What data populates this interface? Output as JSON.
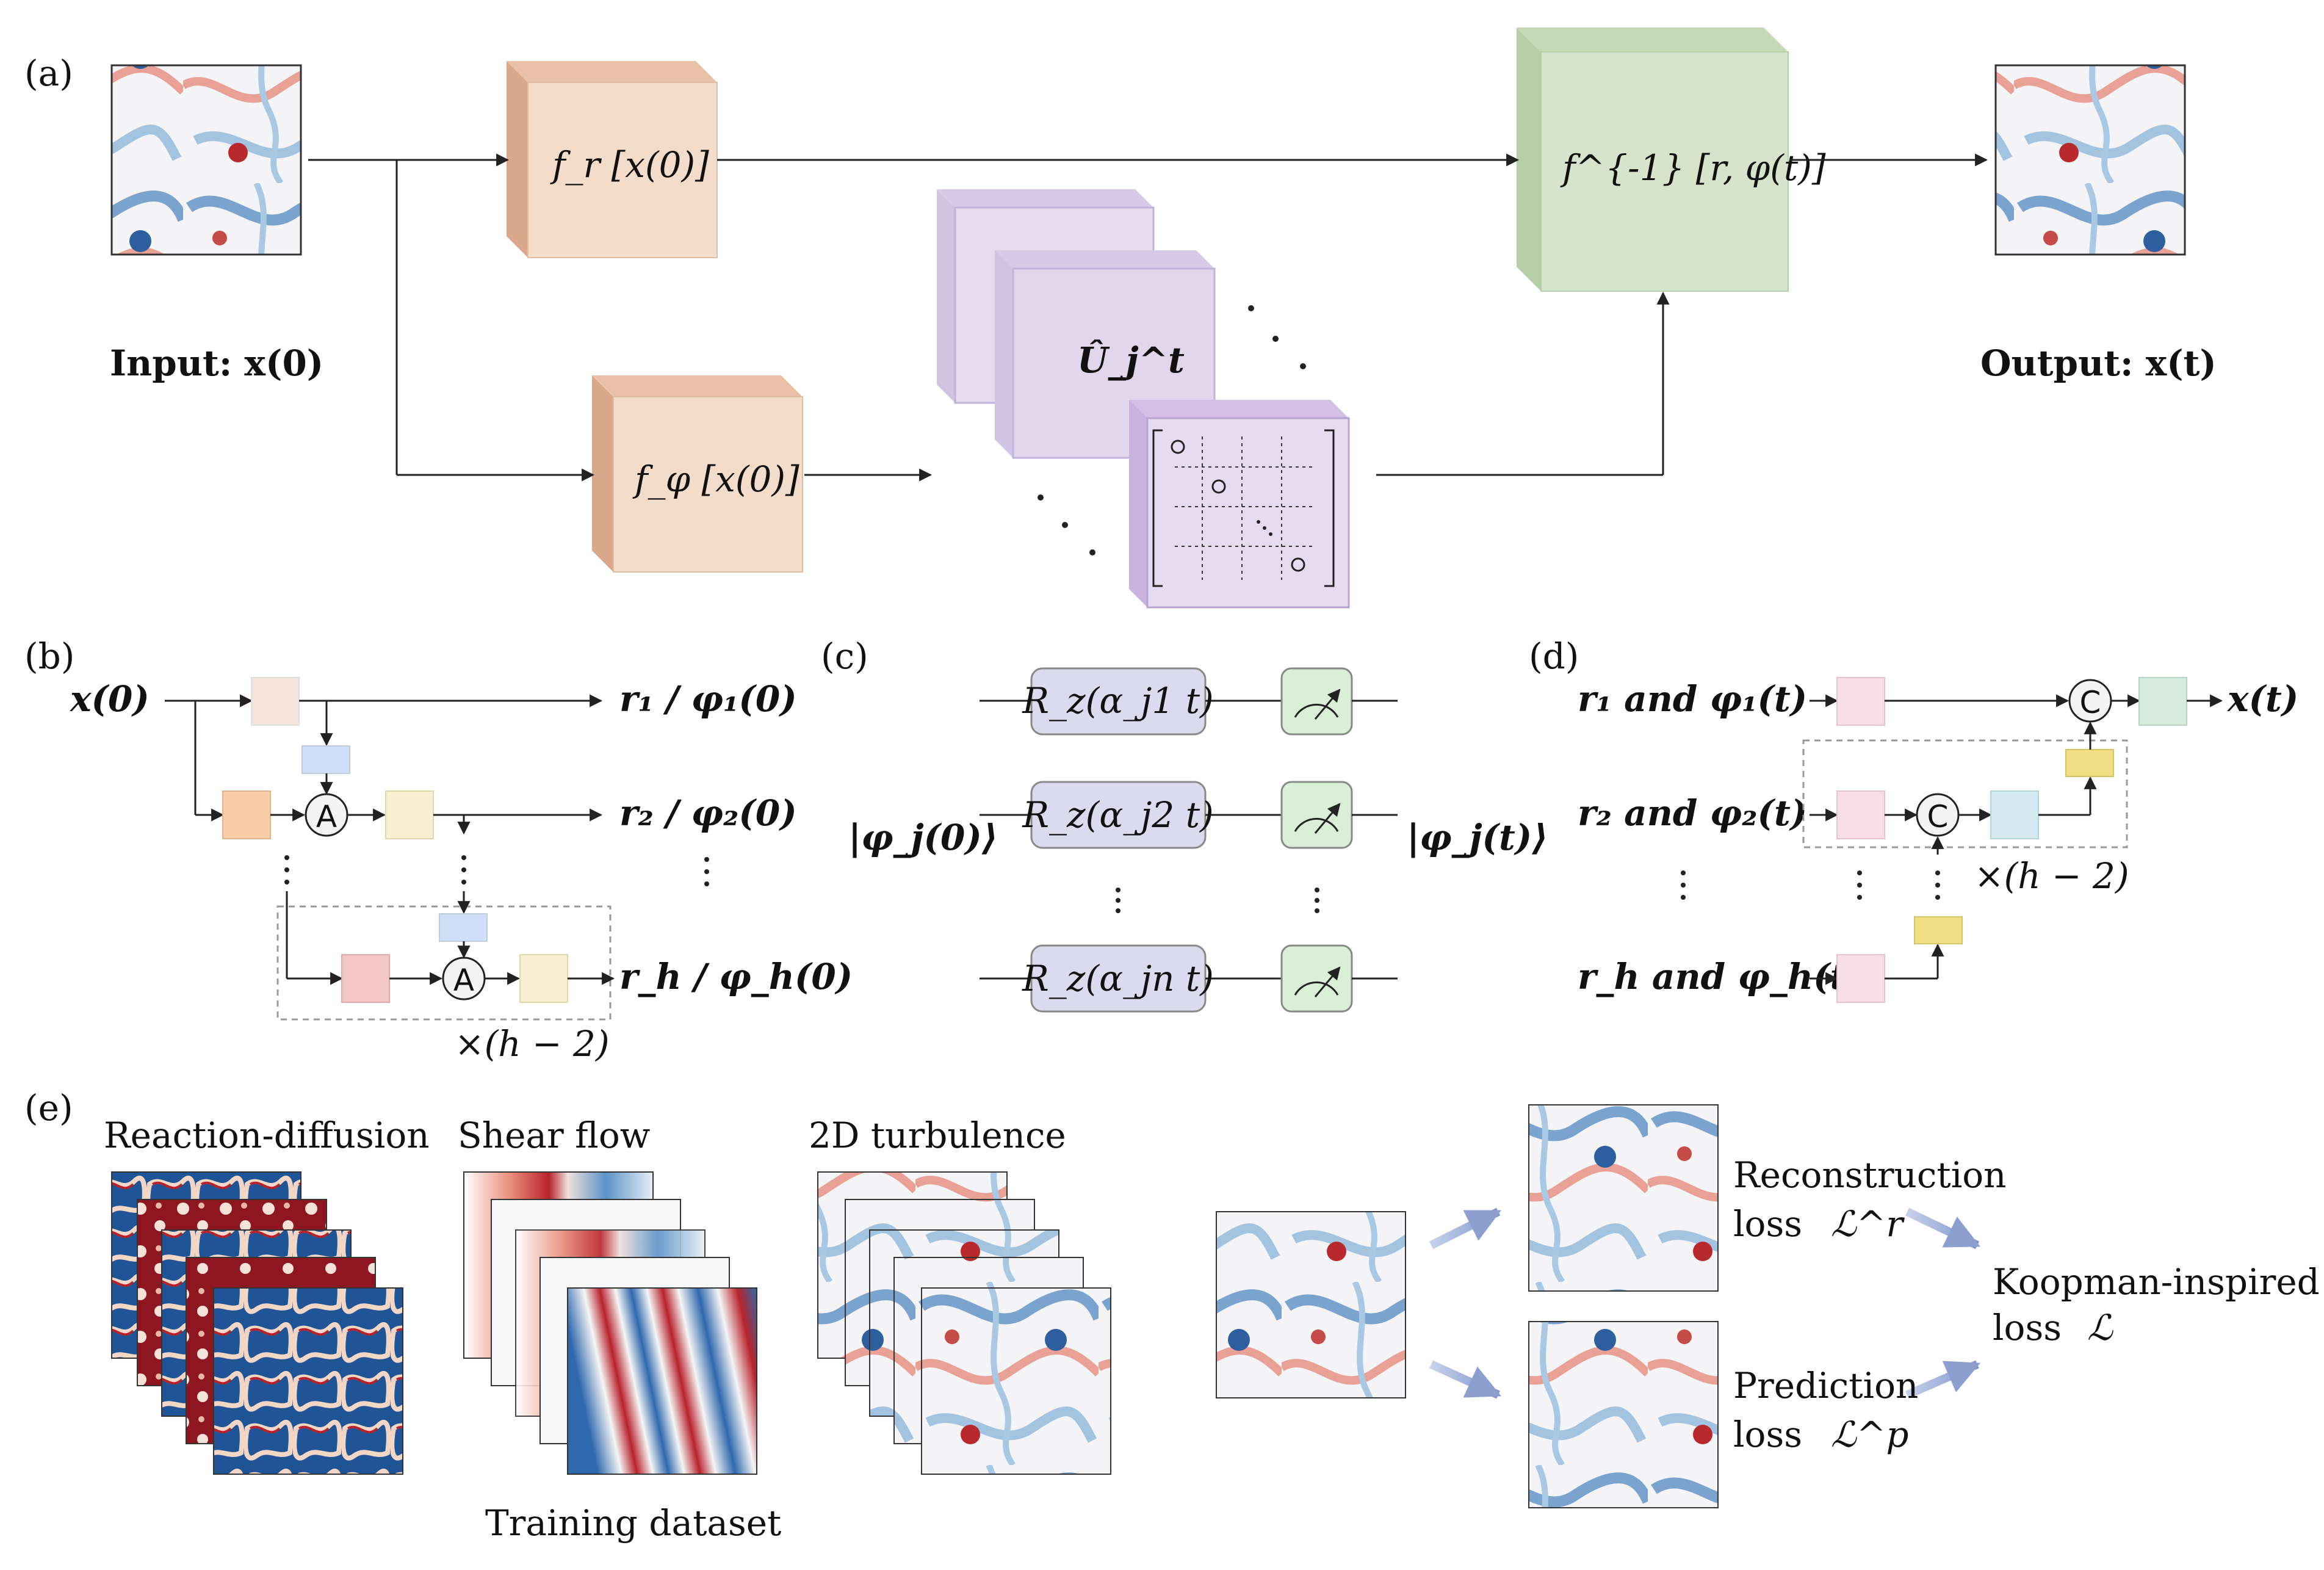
{
  "panel_a": {
    "tag": "(a)",
    "input_label": "Input: x(0)",
    "output_label": "Output: x(t)",
    "encoder_r": "f_r [x(0)]",
    "encoder_phi": "f_φ [x(0)]",
    "unitary": "Û_j^t",
    "decoder": "f^{-1} [r, φ(t)]",
    "colors": {
      "encoder": "#f3dcc9",
      "encoder_side": "#d9a78a",
      "unitary": "#e2d6ec",
      "unitary_edge": "#b9a3d0",
      "decoder": "#d6e4cc",
      "decoder_side": "#b7cfa6"
    }
  },
  "panel_b": {
    "tag": "(b)",
    "input": "x(0)",
    "outputs": [
      "r₁ / φ₁(0)",
      "r₂ / φ₂(0)",
      "r_h / φ_h(0)"
    ],
    "attention_glyph": "A",
    "repeat": "×(h − 2)",
    "colors": [
      "#f6e4dc",
      "#f8cda8",
      "#cfdff7",
      "#f7efcf",
      "#f4c7c7"
    ]
  },
  "panel_c": {
    "tag": "(c)",
    "gates": [
      "R_z(α_j1 t)",
      "R_z(α_j2 t)",
      "R_z(α_jn t)"
    ],
    "state_in": "|φ_j(0)⟩",
    "state_out": "|φ_j(t)⟩",
    "colors": {
      "gate": "#dcdaee",
      "measure": "#d9f0d6"
    }
  },
  "panel_d": {
    "tag": "(d)",
    "inputs": [
      "r₁ and φ₁(t)",
      "r₂ and φ₂(t)",
      "r_h and φ_h(t)"
    ],
    "output": "x(t)",
    "concat_glyph": "C",
    "repeat": "×(h − 2)",
    "colors": [
      "#f9dde6",
      "#d6ebdc",
      "#d4eaf0",
      "#f1df86"
    ]
  },
  "panel_e": {
    "tag": "(e)",
    "datasets": [
      "Reaction-diffusion",
      "Shear flow",
      "2D turbulence"
    ],
    "dataset_caption": "Training dataset",
    "reconstruction_loss": [
      "Reconstruction",
      "loss",
      "ℒ^r"
    ],
    "prediction_loss": [
      "Prediction",
      "loss",
      "ℒ^p"
    ],
    "total_loss": [
      "Koopman-inspired",
      "loss",
      "ℒ"
    ]
  }
}
